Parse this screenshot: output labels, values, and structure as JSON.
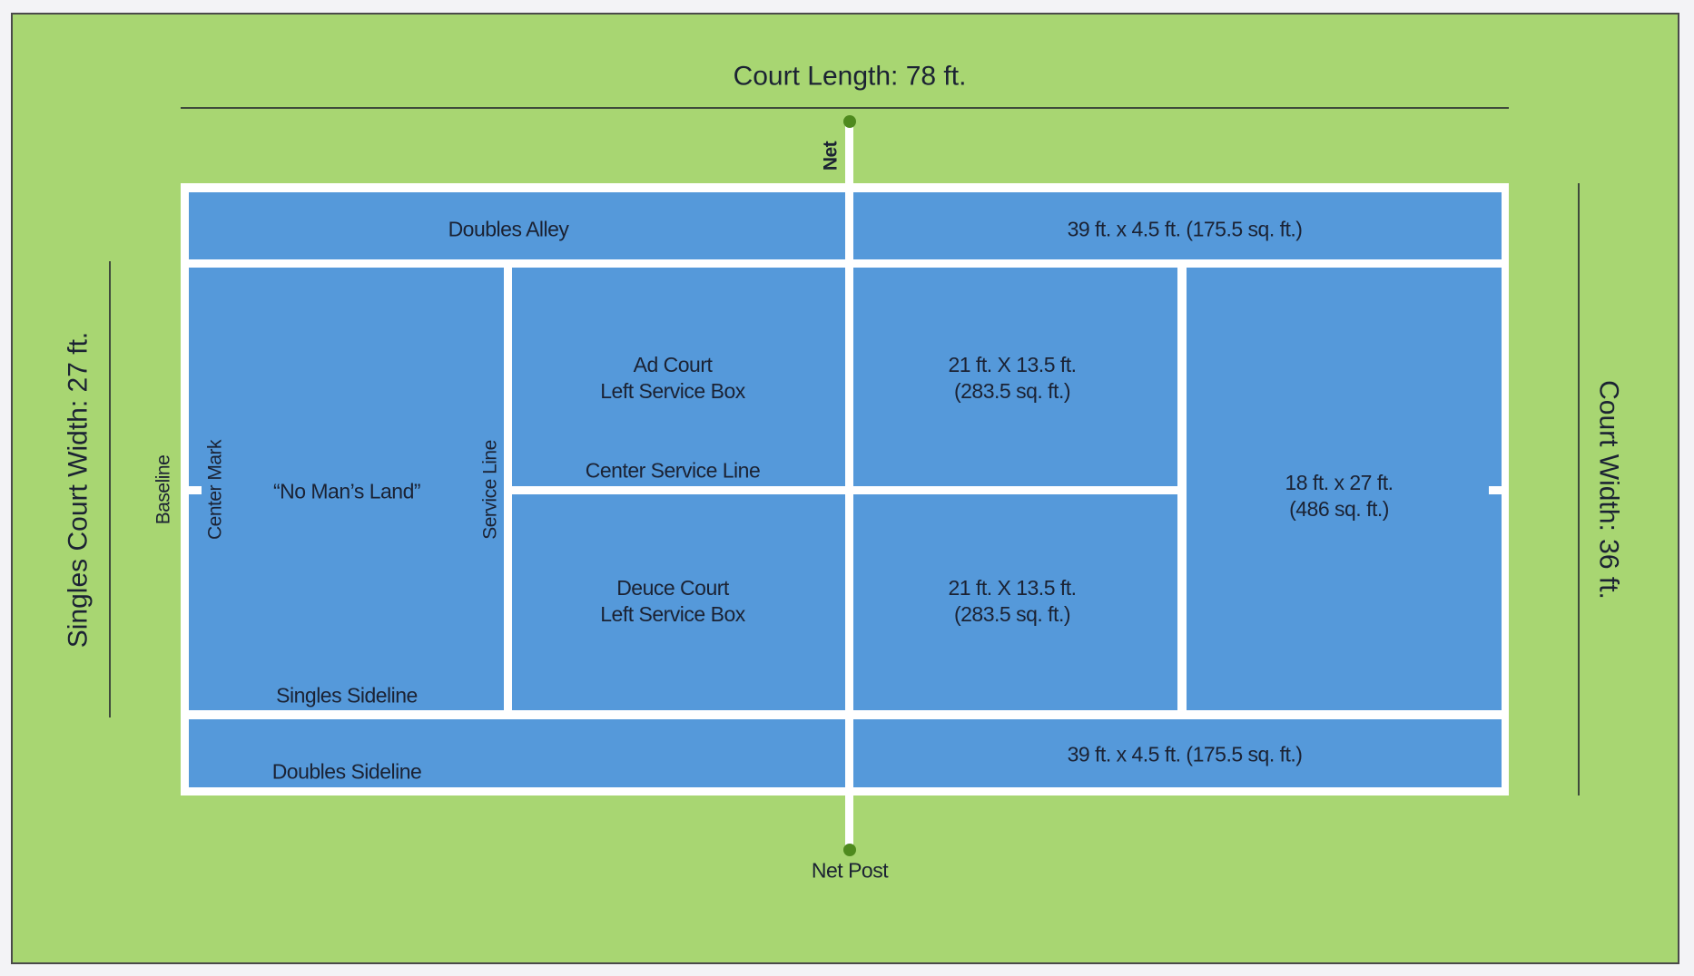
{
  "dimensions": {
    "court_length": "Court Length: 78 ft.",
    "singles_width": "Singles Court Width: 27 ft.",
    "court_width": "Court Width: 36 ft."
  },
  "labels": {
    "net": "Net",
    "net_post": "Net Post",
    "baseline": "Baseline",
    "center_mark": "Center Mark",
    "service_line": "Service Line",
    "no_mans_land": "“No Man’s Land”",
    "doubles_alley": "Doubles Alley",
    "doubles_sideline": "Doubles Sideline",
    "singles_sideline": "Singles Sideline",
    "center_service_line": "Center Service Line",
    "ad_court": [
      "Ad Court",
      "Left Service Box"
    ],
    "deuce_court": [
      "Deuce Court",
      "Left Service Box"
    ],
    "alley_size_top": "39 ft. x 4.5 ft. (175.5 sq. ft.)",
    "alley_size_bottom": "39 ft. x 4.5 ft. (175.5 sq. ft.)",
    "service_box_top": [
      "21 ft. X 13.5 ft.",
      "(283.5 sq. ft.)"
    ],
    "service_box_bottom": [
      "21 ft. X 13.5 ft.",
      "(283.5 sq. ft.)"
    ],
    "backcourt": [
      "18 ft. x 27 ft.",
      "(486 sq. ft.)"
    ]
  },
  "colors": {
    "grass": "#a8d672",
    "court": "#5599da",
    "lines": "#ffffff",
    "post": "#4e8a1e"
  }
}
